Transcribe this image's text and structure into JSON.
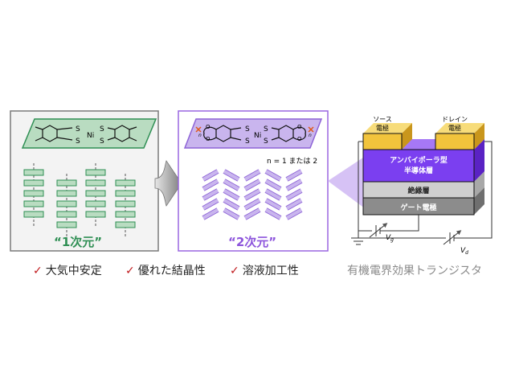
{
  "panel_1d": {
    "caption": "“1次元”"
  },
  "panel_2d": {
    "caption": "“2次元”",
    "n_note": "n = 1 または 2",
    "n_sub": "n"
  },
  "molecule": {
    "metal": "Ni",
    "sulfur": "S",
    "oxygen": "O"
  },
  "device": {
    "source": [
      "ソース",
      "電極"
    ],
    "drain": [
      "ドレイン",
      "電極"
    ],
    "semiconductor": [
      "アンバイポーラ型",
      "半導体層"
    ],
    "insulator": "絶縁層",
    "gate": "ゲート電極",
    "vg": "V",
    "vg_sub": "g",
    "vd": "V",
    "vd_sub": "d"
  },
  "features": [
    {
      "mark": "✓",
      "label": "大気中安定"
    },
    {
      "mark": "✓",
      "label": "優れた結晶性"
    },
    {
      "mark": "✓",
      "label": "溶液加工性"
    }
  ],
  "otft_label": "有機電界効果トランジスタ",
  "colors": {
    "green_fill": "#b9dcc1",
    "green_edge": "#2f8f54",
    "purple_fill": "#c9b5ee",
    "purple_edge": "#8d63d6",
    "gold": "#f2c43c",
    "semi": "#7b3ff0",
    "insul": "#cfcfcf",
    "gate": "#8c8c8c"
  }
}
